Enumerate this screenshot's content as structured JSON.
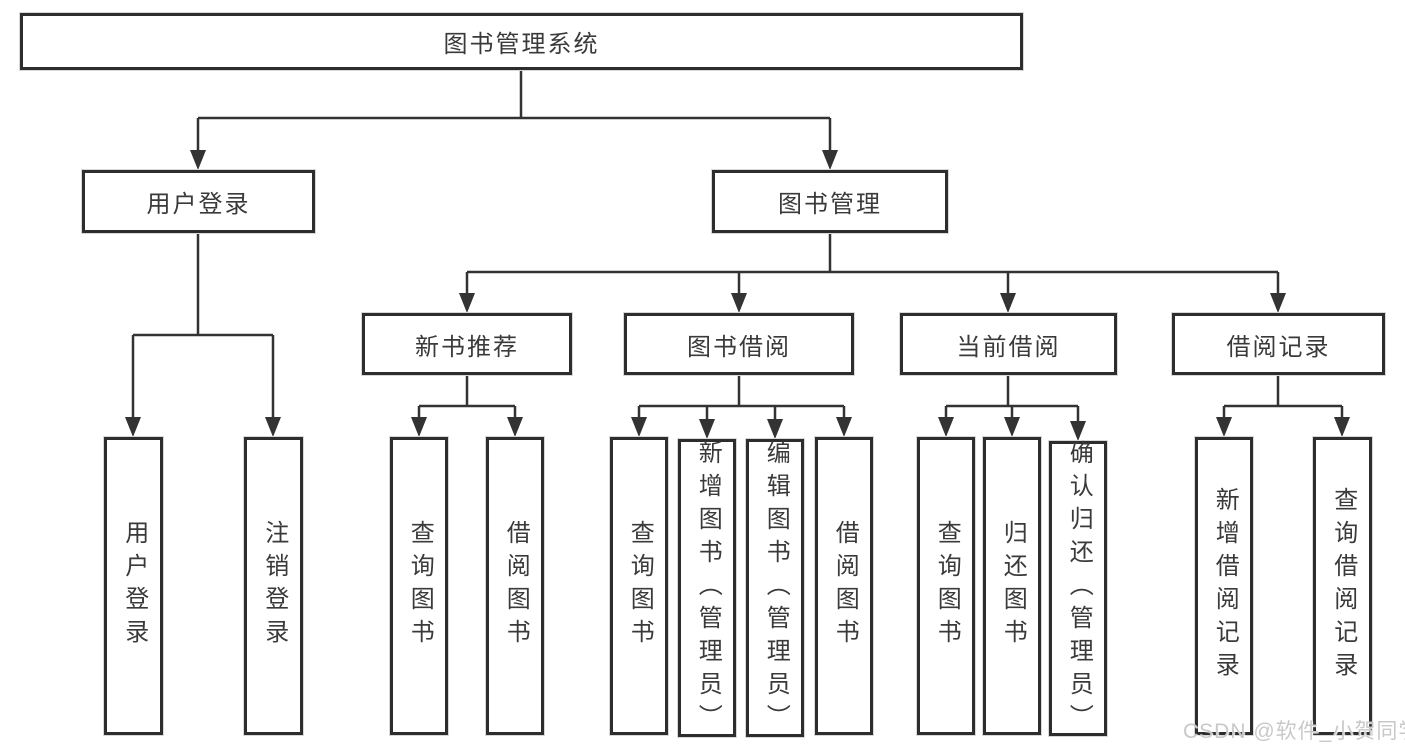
{
  "tree": {
    "root": {
      "label": "图书管理系统"
    },
    "level2": [
      {
        "label": "用户登录"
      },
      {
        "label": "图书管理"
      }
    ],
    "level3": [
      {
        "label": "新书推荐"
      },
      {
        "label": "图书借阅"
      },
      {
        "label": "当前借阅"
      },
      {
        "label": "借阅记录"
      }
    ],
    "leaves": {
      "user_login": [
        "用户登录",
        "注销登录"
      ],
      "new_book": [
        "查询图书",
        "借阅图书"
      ],
      "book_borrow": [
        "查询图书",
        "新增图书（管理员）",
        "编辑图书（管理员）",
        "借阅图书"
      ],
      "current_borrow": [
        "查询图书",
        "归还图书",
        "确认归还（管理员）"
      ],
      "borrow_records": [
        "新增借阅记录",
        "查询借阅记录"
      ]
    }
  },
  "watermark": {
    "text": "CSDN @软件_小贺同学"
  },
  "colors": {
    "line": "#333333",
    "border": "#2d2d2d",
    "text": "#3a3a3a",
    "watermark": "#c9c9c9",
    "background": "#ffffff"
  }
}
